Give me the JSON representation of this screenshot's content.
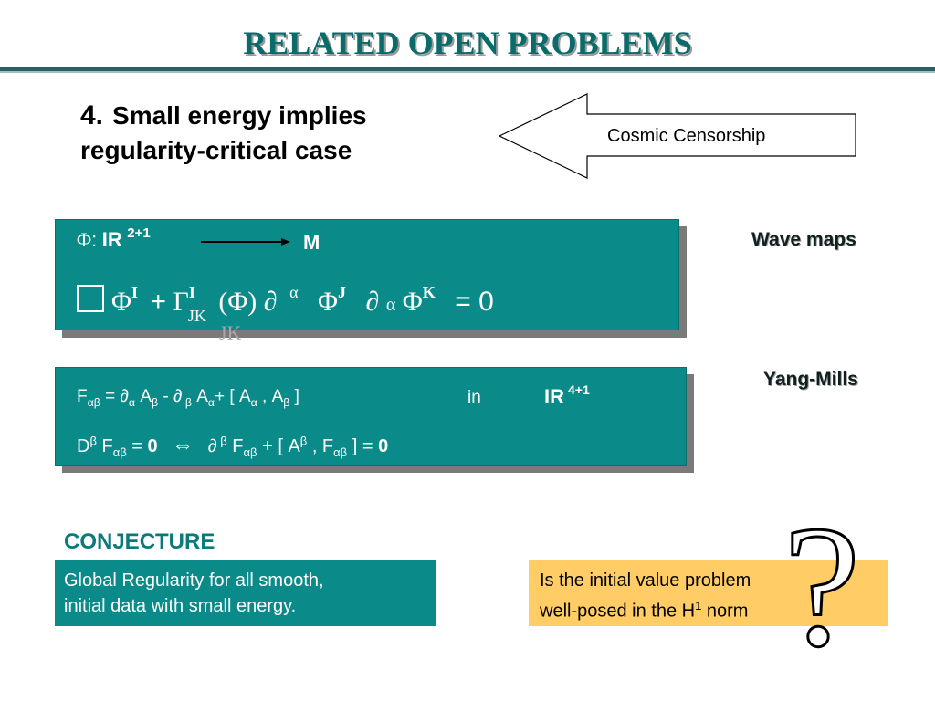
{
  "title": "RELATED OPEN PROBLEMS",
  "heading": {
    "number": "4.",
    "line1": "Small energy implies",
    "line2": "regularity-critical case"
  },
  "arrow_label": "Cosmic Censorship",
  "wave_maps": {
    "label": "Wave maps",
    "eq1": {
      "phi": "Φ",
      "colon": ":",
      "domain": "IR",
      "domain_exp": "2+1",
      "target": "M"
    },
    "eq2": {
      "box": "□",
      "phi": "Φ",
      "sup_I": "I",
      "plus": "+",
      "gamma": "Γ",
      "gamma_sup": "I",
      "gamma_sub": "JK",
      "arg": "(Φ)",
      "partial1": "∂",
      "alpha_sup": "α",
      "phi_J": "Φ",
      "sup_J": "J",
      "partial2": "∂",
      "alpha_sub": "α",
      "phi_K": "Φ",
      "sup_K": "K",
      "equals": "= 0"
    }
  },
  "yang_mills": {
    "label": "Yang-Mills",
    "eq1": {
      "F": "F",
      "F_sub": "αβ",
      "eq": "= ",
      "d1": "∂",
      "d1_sub": "α",
      "A1": " A",
      "A1_sub": "β",
      "minus": " - ",
      "d2": "∂",
      "d2_sub": " β",
      "A2": " A",
      "A2_sub": "α",
      "bracket_open": "+ [ A",
      "b_sub1": "α",
      "comma": " , A",
      "b_sub2": "β",
      "bracket_close": " ]",
      "in": "in",
      "space": "IR",
      "space_exp": "4+1"
    },
    "eq2": {
      "D": "D",
      "D_sup": "β",
      "F": " F",
      "F_sub": "αβ",
      "eq0": " = ",
      "zero1": "0",
      "iff": "⇔",
      "d": "∂",
      "d_sup": " β",
      "F2": " F",
      "F2_sub": "αβ",
      "br_open": " + [ A",
      "br_sup": "β",
      "br_comma": " , F",
      "br_sub": "αβ",
      "br_close": " ]",
      "eq1": "  = ",
      "zero2": "0"
    }
  },
  "conjecture": {
    "heading": "CONJECTURE",
    "line1": "Global  Regularity for all smooth,",
    "line2": "initial data with small energy."
  },
  "question": {
    "line1": "Is the initial value problem",
    "line2a": " well-posed in the H",
    "line2_sup": "1",
    "line2b": "  norm"
  },
  "colors": {
    "teal": "#0b8a8a",
    "title": "#0a6b6b",
    "question_box": "#ffcc66"
  }
}
